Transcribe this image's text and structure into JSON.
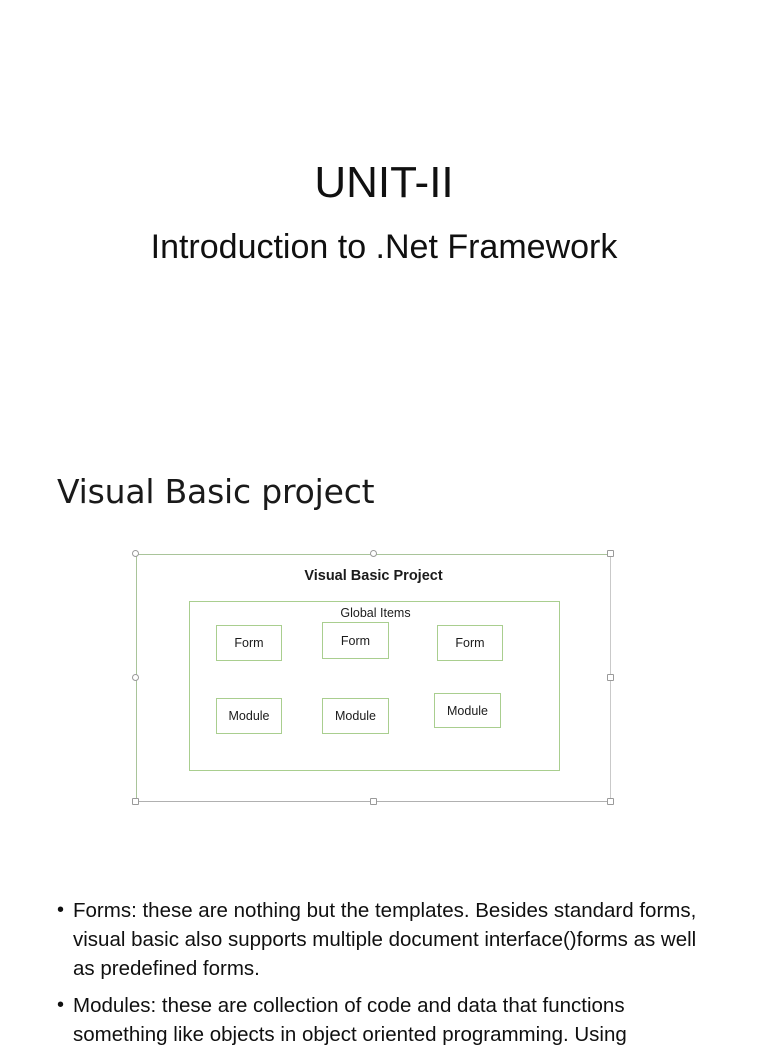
{
  "slide": {
    "title": "UNIT-II",
    "subtitle": "Introduction to .Net Framework",
    "section_heading": "Visual Basic project"
  },
  "diagram": {
    "title": "Visual Basic Project",
    "group_label": "Global Items",
    "items": [
      {
        "label": "Form"
      },
      {
        "label": "Form"
      },
      {
        "label": "Form"
      },
      {
        "label": "Module"
      },
      {
        "label": "Module"
      },
      {
        "label": "Module"
      }
    ],
    "selection": {
      "selected": true,
      "handle_count": 8
    },
    "colors": {
      "box_border": "#a9ce8f",
      "frame_border": "#a9c49a",
      "handle_border": "#9a9a9a"
    }
  },
  "bullets": [
    {
      "marker": "•",
      "text": "Forms: these are nothing but the templates. Besides standard forms, visual basic also supports multiple document interface()forms as well as predefined forms."
    },
    {
      "marker": "•",
      "text": "Modules: these are collection of code and data that functions something like objects in object oriented programming. Using"
    }
  ]
}
